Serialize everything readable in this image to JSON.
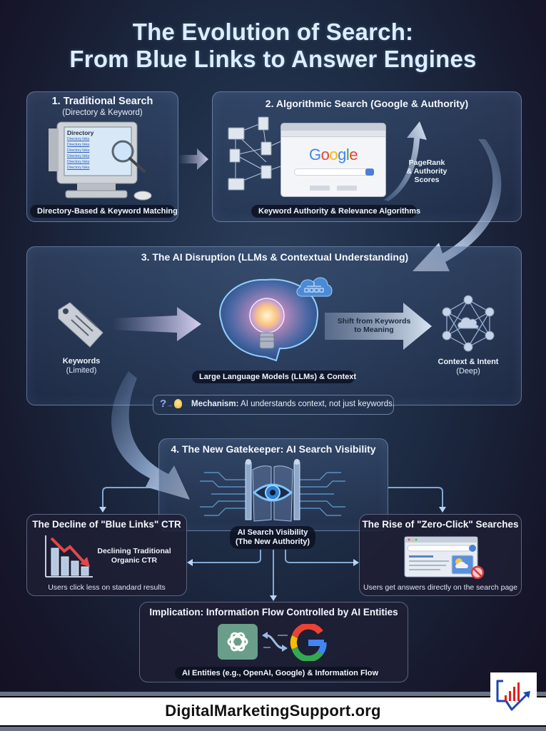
{
  "title": {
    "line1": "The Evolution of Search:",
    "line2": "From Blue Links to Answer Engines"
  },
  "section1": {
    "title": "1. Traditional Search",
    "subtitle": "(Directory & Keyword)",
    "screen_heading": "Directory",
    "screen_items": [
      "Directory links",
      "Directory links",
      "Directory links",
      "Directory links",
      "Directory links",
      "Directory links"
    ],
    "caption": "Directory-Based & Keyword Matching"
  },
  "section2": {
    "title": "2. Algorithmic Search (Google & Authority)",
    "browser_logo": "Google",
    "arrow_label_lines": [
      "PageRank",
      "& Authority",
      "Scores"
    ],
    "caption": "Keyword Authority & Relevance Algorithms"
  },
  "section3": {
    "title": "3. The AI Disruption (LLMs & Contextual Understanding)",
    "keywords_label": "Keywords",
    "keywords_sub": "(Limited)",
    "brain_caption": "Large Language Models (LLMs) & Context",
    "shift_label_lines": [
      "Shift from Keywords",
      "to Meaning"
    ],
    "context_label": "Context & Intent",
    "context_sub": "(Deep)",
    "mechanism_label": "Mechanism:",
    "mechanism_text": "AI understands context, not just keywords."
  },
  "section4": {
    "title": "4. The New Gatekeeper: AI Search Visibility",
    "center_label_lines": [
      "AI Search Visibility",
      "(The New Authority)"
    ]
  },
  "decline": {
    "title": "The Decline of \"Blue Links\" CTR",
    "label_lines": [
      "Declining Traditional",
      "Organic CTR"
    ],
    "caption": "Users click less on standard results"
  },
  "zero_click": {
    "title": "The Rise of \"Zero-Click\" Searches",
    "caption": "Users get answers directly on the search page"
  },
  "implication": {
    "title": "Implication: Information Flow Controlled by AI Entities",
    "caption": "AI Entities (e.g., OpenAI, Google) & Information Flow"
  },
  "footer": {
    "site": "DigitalMarketingSupport.org"
  },
  "colors": {
    "google_blue": "#4285F4",
    "google_red": "#EA4335",
    "google_yellow": "#FBBC05",
    "google_green": "#34A853",
    "openai_green": "#6a9e8a",
    "decline_arrow": "#e04848",
    "logo_blue": "#1b46b0",
    "logo_red": "#e41e1e"
  }
}
